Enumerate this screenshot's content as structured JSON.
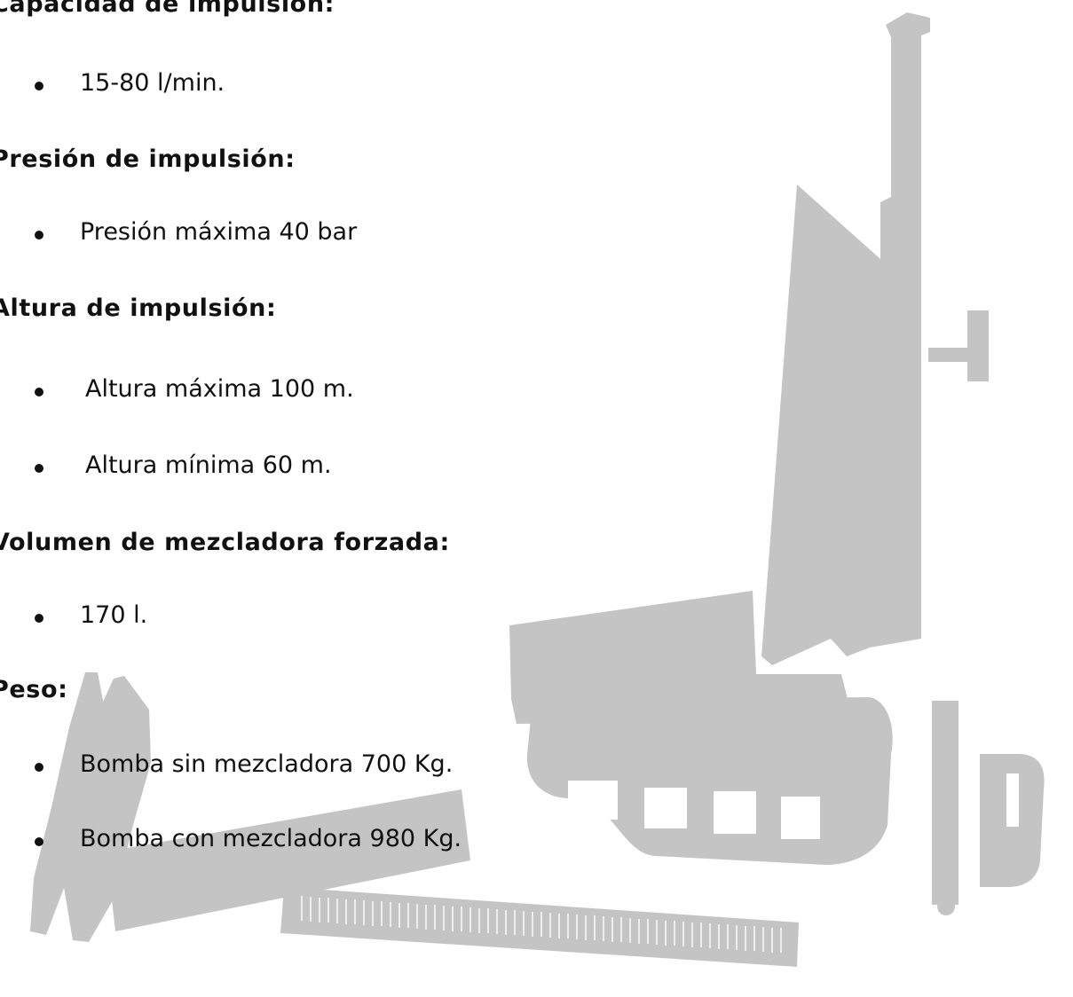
{
  "sections": [
    {
      "heading": "Capacidad de impulsión:",
      "items": [
        "15-80 l/min."
      ]
    },
    {
      "heading": "Presión de impulsión:",
      "items": [
        "Presión máxima 40 bar"
      ]
    },
    {
      "heading": "Altura de impulsión:",
      "items": [
        "Altura máxima 100 m.",
        "Altura mínima 60 m."
      ]
    },
    {
      "heading": "Volumen de mezcladora forzada:",
      "items": [
        "170 l."
      ]
    },
    {
      "heading": "Peso:",
      "items": [
        "Bomba sin mezcladora 700 Kg.",
        "Bomba con mezcladora 980 Kg."
      ]
    }
  ],
  "watermark": {
    "icons": [
      "drilling-rig-icon",
      "caliper-icon"
    ],
    "color": "#c4c4c4"
  }
}
